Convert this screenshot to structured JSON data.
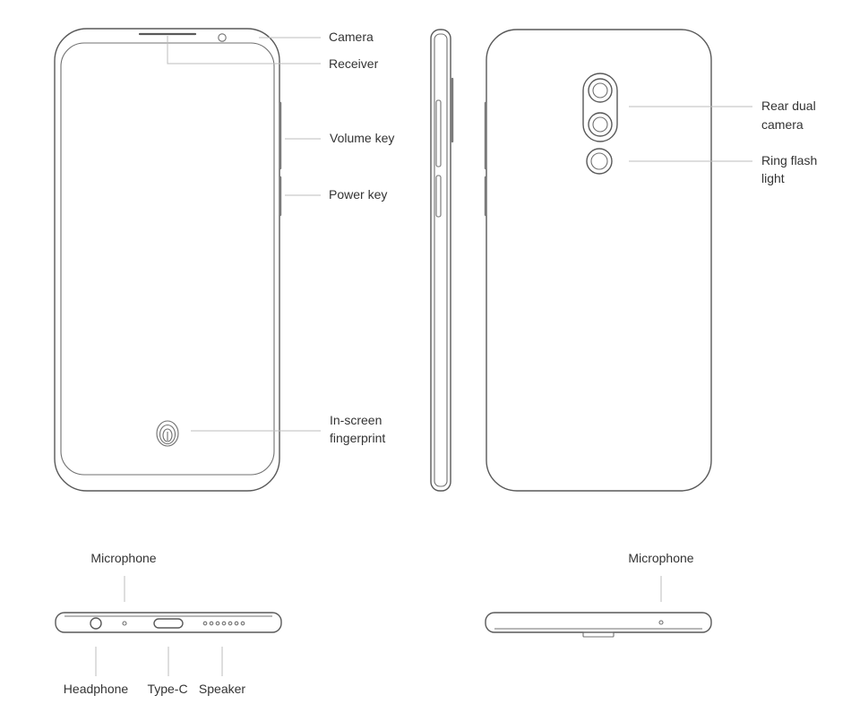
{
  "labels": {
    "camera": "Camera",
    "receiver": "Receiver",
    "volume_key": "Volume key",
    "power_key": "Power key",
    "in_screen_fingerprint_line1": "In-screen",
    "in_screen_fingerprint_line2": "fingerprint",
    "rear_dual_camera_line1": "Rear dual",
    "rear_dual_camera_line2": "camera",
    "ring_flash_light_line1": "Ring flash",
    "ring_flash_light_line2": "light",
    "bottom_microphone": "Microphone",
    "headphone": "Headphone",
    "type_c": "Type-C",
    "speaker": "Speaker",
    "top_microphone": "Microphone"
  },
  "icons": {
    "front_view": "phone-front-outline-icon",
    "side_view": "phone-side-outline-icon",
    "back_view": "phone-back-outline-icon",
    "bottom_view": "phone-bottom-edge-icon",
    "top_view": "phone-top-edge-icon",
    "fingerprint": "fingerprint-icon"
  },
  "colors": {
    "outline": "#595959",
    "leader_line": "#bdbdbd",
    "label_text": "#333333"
  }
}
